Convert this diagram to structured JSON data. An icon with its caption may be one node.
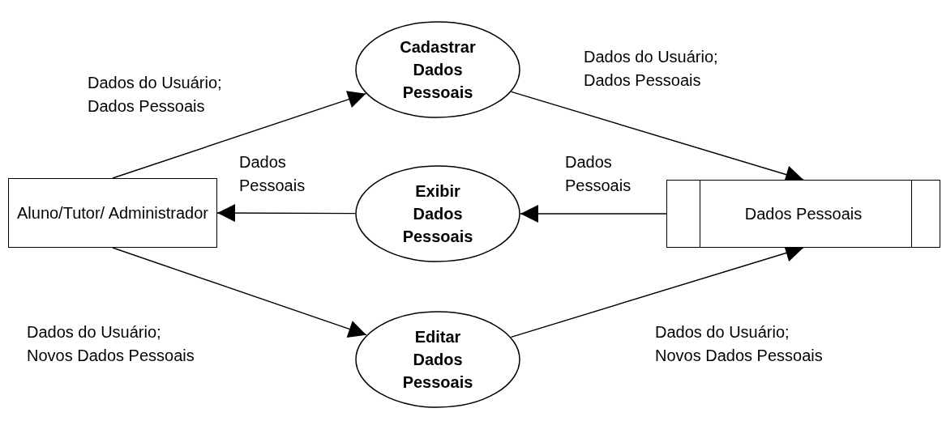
{
  "diagram": {
    "nodes": [
      {
        "text": [
          "Aluno/Tutor/ Administrador"
        ]
      },
      {
        "text": [
          "Cadastrar Dados Pessoais"
        ]
      },
      {
        "text": [
          "Exibir Dados Pessoais"
        ]
      },
      {
        "text": [
          "Editar Dados Pessoais"
        ]
      },
      {
        "text": [
          "Dados Pessoais"
        ]
      }
    ],
    "edges": [
      {
        "from": 0,
        "to": 1,
        "arrow": "to",
        "label": "Dados do Usuário; Dados Pessoais"
      },
      {
        "from": 1,
        "to": 4,
        "arrow": "to",
        "label": "Dados do Usuário; Dados Pessoais"
      },
      {
        "from": 4,
        "to": 2,
        "arrow": "to",
        "label": "Dados Pessoais"
      },
      {
        "from": 2,
        "to": 0,
        "arrow": "to",
        "label": "Dados Pessoais"
      },
      {
        "from": 0,
        "to": 3,
        "arrow": "to",
        "label": "Dados do Usuário; Novos Dados Pessoais"
      },
      {
        "from": 3,
        "to": 4,
        "arrow": "to",
        "label": "Dados do Usuário; Novos Dados Pessoais"
      }
    ]
  }
}
